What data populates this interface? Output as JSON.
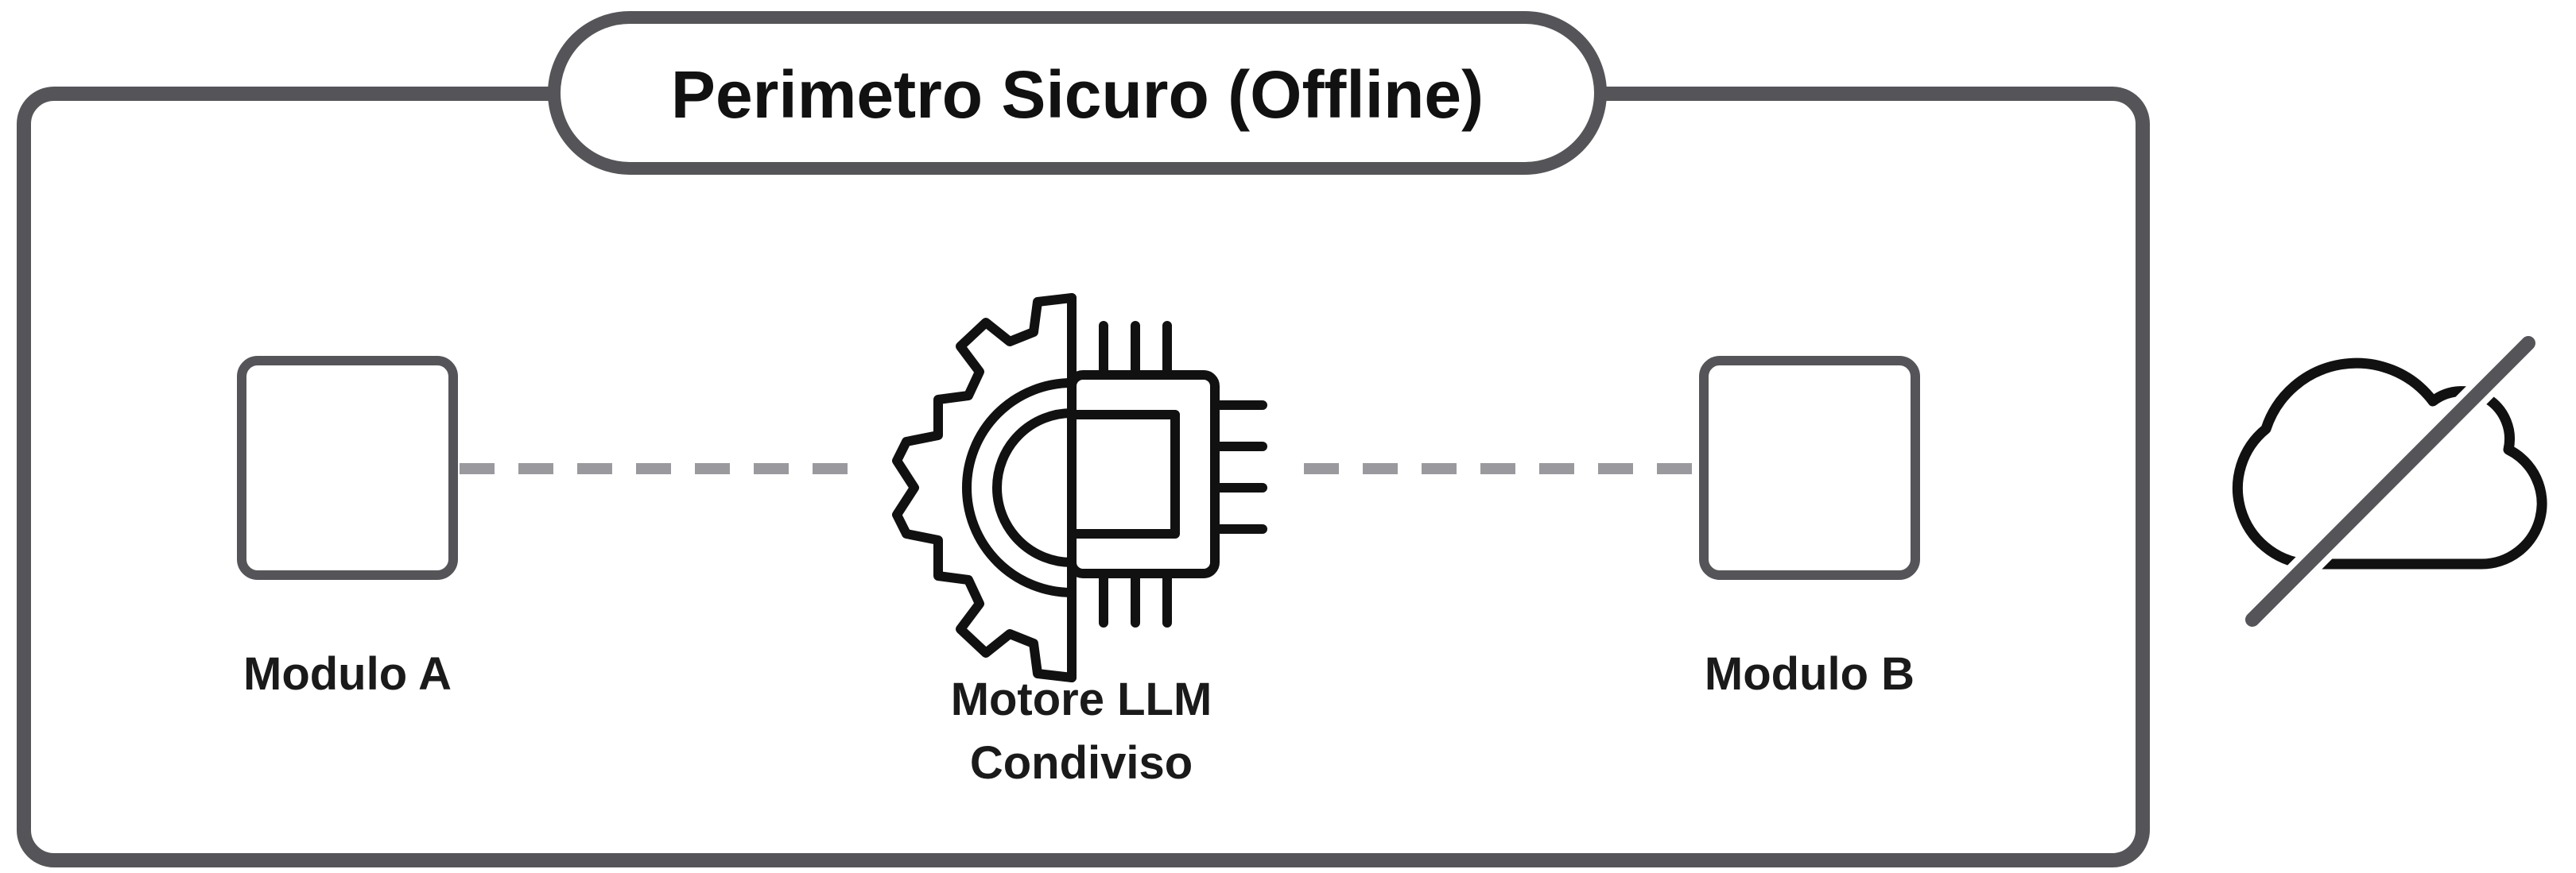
{
  "perimeter": {
    "title": "Perimetro Sicuro (Offline)"
  },
  "modules": [
    {
      "label": "Modulo A"
    },
    {
      "label": "Modulo B"
    }
  ],
  "engine": {
    "label_line1": "Motore LLM",
    "label_line2": "Condiviso",
    "icon": "gear-chip-icon"
  },
  "offline_indicator": {
    "icon": "cloud-off-icon"
  },
  "colors": {
    "frame": "#555559",
    "connector": "#9a9a9e",
    "icon_stroke": "#111111",
    "text": "#1a1a1a"
  }
}
